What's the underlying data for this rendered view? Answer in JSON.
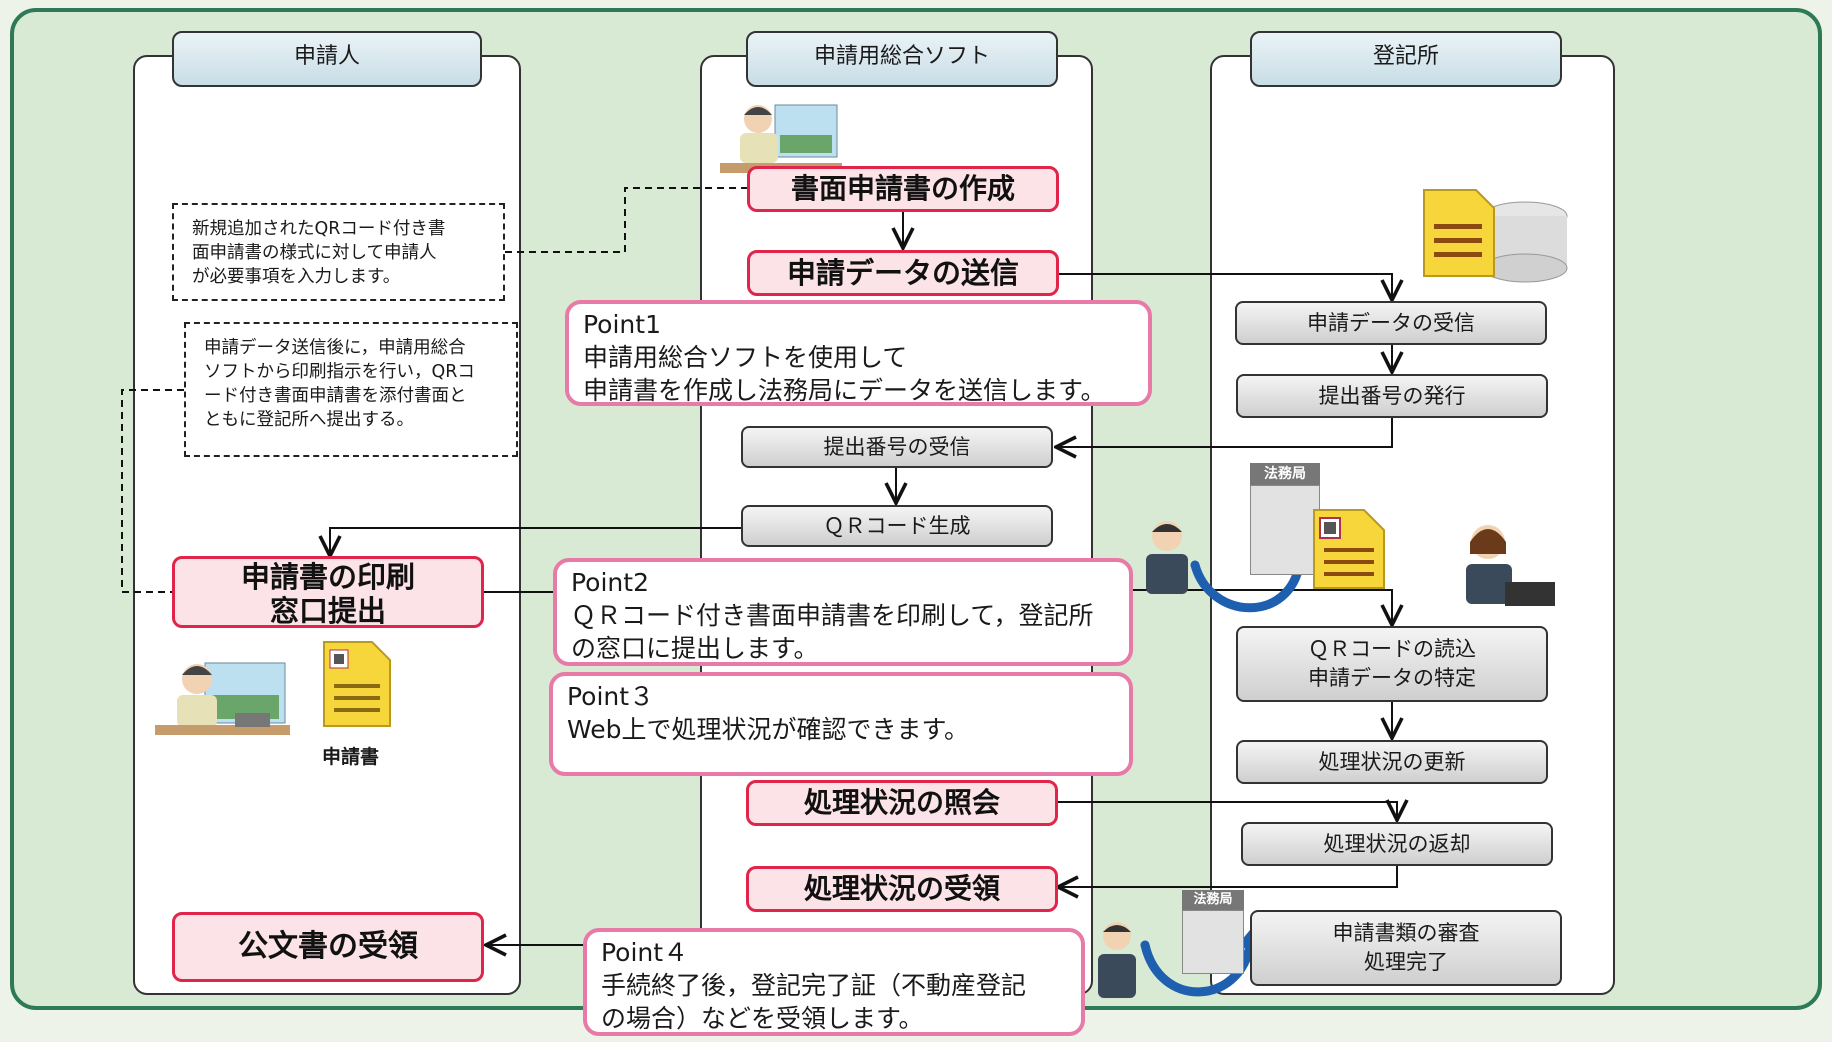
{
  "lanes": {
    "applicant": "申請人",
    "software": "申請用総合ソフト",
    "registry": "登記所"
  },
  "applicant": {
    "note1": [
      "新規追加されたQRコード付き書",
      "面申請書の様式に対して申請人",
      "が必要事項を入力します。"
    ],
    "note2": [
      "申請データ送信後に，申請用総合",
      "ソフトから印刷指示を行い，QRコ",
      "ード付き書面申請書を添付書面と",
      "ともに登記所へ提出する。"
    ],
    "print_submit": [
      "申請書の印刷",
      "窓口提出"
    ],
    "doc_label": "申請書",
    "receive_official": "公文書の受領"
  },
  "software": {
    "create_form": "書面申請書の作成",
    "send_data": "申請データの送信",
    "receive_number": "提出番号の受信",
    "qr_generate": "ＱＲコード生成",
    "status_query": "処理状況の照会",
    "status_receive": "処理状況の受領"
  },
  "registry": {
    "receive_data": "申請データの受信",
    "issue_number": "提出番号の発行",
    "qr_read": [
      "ＱＲコードの読込",
      "申請データの特定"
    ],
    "status_update": "処理状況の更新",
    "status_return": "処理状況の返却",
    "review_done": [
      "申請書類の審査",
      "処理完了"
    ],
    "bureau_label": "法務局"
  },
  "points": {
    "p1": [
      "Point1",
      "申請用総合ソフトを使用して",
      "申請書を作成し法務局にデータを送信します。"
    ],
    "p2": [
      "Point2",
      "ＱＲコード付き書面申請書を印刷して，登記所",
      "の窓口に提出します。"
    ],
    "p3": [
      "Point３",
      "Web上で処理状況が確認できます。"
    ],
    "p4": [
      "Point４",
      "手続終了後，登記完了証（不動産登記",
      "の場合）などを受領します。"
    ]
  },
  "colors": {
    "frame": "#2e7a57",
    "background": "#d8ead3",
    "pink_border": "#e0244a",
    "point_border": "#e77aa6",
    "arrow_blue": "#1f5fb0"
  }
}
